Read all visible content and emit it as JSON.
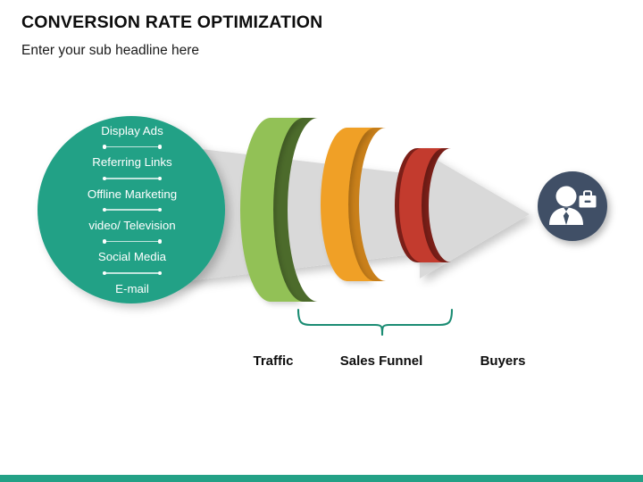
{
  "header": {
    "title": "CONVERSION RATE OPTIMIZATION",
    "subtitle": "Enter your sub headline here"
  },
  "diagram": {
    "traffic_sources": {
      "container_name": "traffic-sources-circle",
      "items": [
        "Display Ads",
        "Referring Links",
        "Offline Marketing",
        "video/ Television",
        "Social Media",
        "E-mail"
      ]
    },
    "funnel_stages": [
      {
        "name": "green-funnel-disc",
        "color": "#92C156",
        "shadow_color": "#4C6B2B"
      },
      {
        "name": "orange-funnel-disc",
        "color": "#F0A026",
        "shadow_color": "#C9801A"
      },
      {
        "name": "red-funnel-disc",
        "color": "#C33A2E",
        "shadow_color": "#7C1F18"
      }
    ],
    "buyers": {
      "icon": "businessperson-briefcase-icon",
      "circle_color": "#3F5066"
    },
    "arrow": {
      "name": "flow-arrow",
      "color": "#D9D9D9"
    },
    "brace": {
      "name": "sales-funnel-brace",
      "color": "#1B8C73"
    },
    "labels": {
      "traffic": "Traffic",
      "sales_funnel": "Sales Funnel",
      "buyers": "Buyers"
    }
  },
  "theme": {
    "accent_color": "#23A186",
    "bottom_bar_color": "#23A186",
    "text_color": "#0d0d0d"
  }
}
